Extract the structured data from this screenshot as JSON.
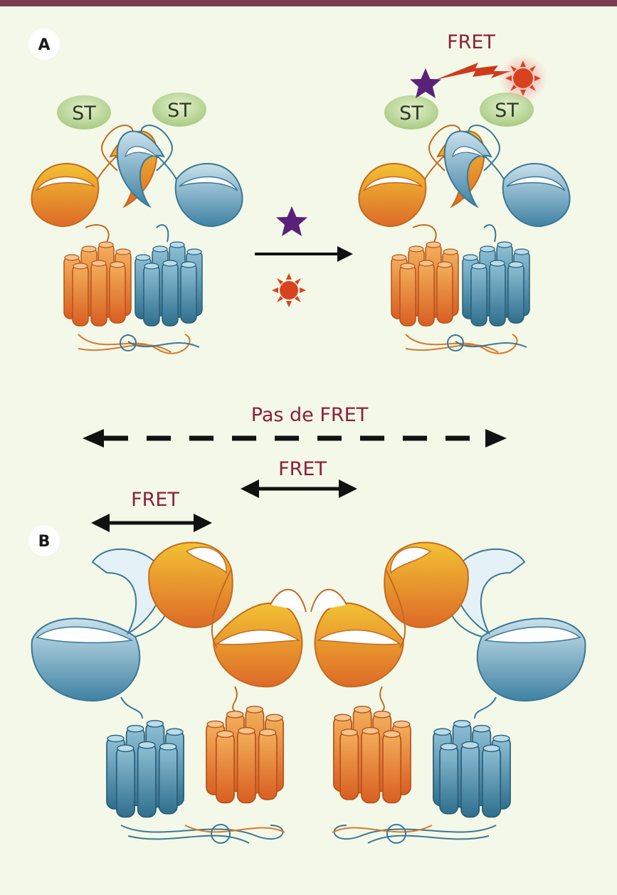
{
  "panels": {
    "a": "A",
    "b": "B"
  },
  "subunit_label": "ST",
  "fret_label": "FRET",
  "no_fret_label": "Pas de FRET",
  "colors": {
    "top_bar": "#7a3c4e",
    "background": "#f3f8e8",
    "orange_subunit": "#e8892a",
    "blue_subunit": "#5b95b3",
    "donor_star": "#5a2179",
    "acceptor_sun": "#d8431f",
    "fret_text": "#8c1f3c",
    "st_tag": "#bcd79b"
  },
  "icons": [
    "purple-star-icon",
    "red-sun-icon",
    "lightning-icon",
    "arrow-icon",
    "double-arrow-icon"
  ]
}
